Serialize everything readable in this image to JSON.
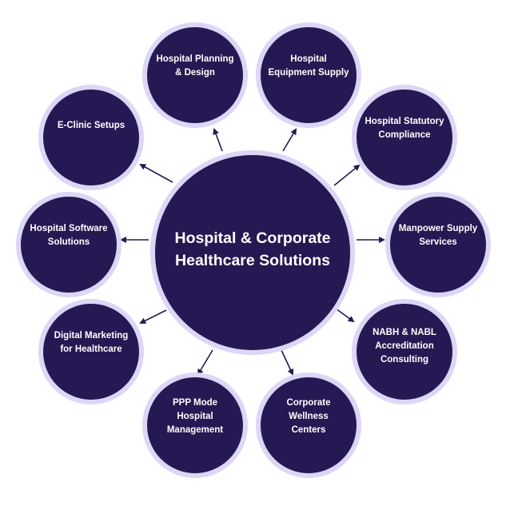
{
  "colors": {
    "node_fill": "#261852",
    "node_ring": "#DCD6F7",
    "arrow": "#261852",
    "text": "#FFFFFF",
    "background": "#FFFFFF"
  },
  "center": {
    "title_line1": "Hospital & Corporate",
    "title_line2": "Healthcare Solutions"
  },
  "services": [
    {
      "line1": "Hospital Planning",
      "line2": "& Design",
      "line3": ""
    },
    {
      "line1": "Hospital",
      "line2": "Equipment Supply",
      "line3": ""
    },
    {
      "line1": "Hospital Statutory",
      "line2": "Compliance",
      "line3": ""
    },
    {
      "line1": "Manpower Supply",
      "line2": "Services",
      "line3": ""
    },
    {
      "line1": "NABH & NABL",
      "line2": "Accreditation",
      "line3": "Consulting"
    },
    {
      "line1": "Corporate Wellness",
      "line2": "Centers",
      "line3": ""
    },
    {
      "line1": "PPP Mode Hospital",
      "line2": "Management",
      "line3": ""
    },
    {
      "line1": "Digital Marketing",
      "line2": "for Healthcare",
      "line3": ""
    },
    {
      "line1": "Hospital Software",
      "line2": "Solutions",
      "line3": ""
    },
    {
      "line1": "E-Clinic Setups",
      "line2": "",
      "line3": ""
    }
  ]
}
